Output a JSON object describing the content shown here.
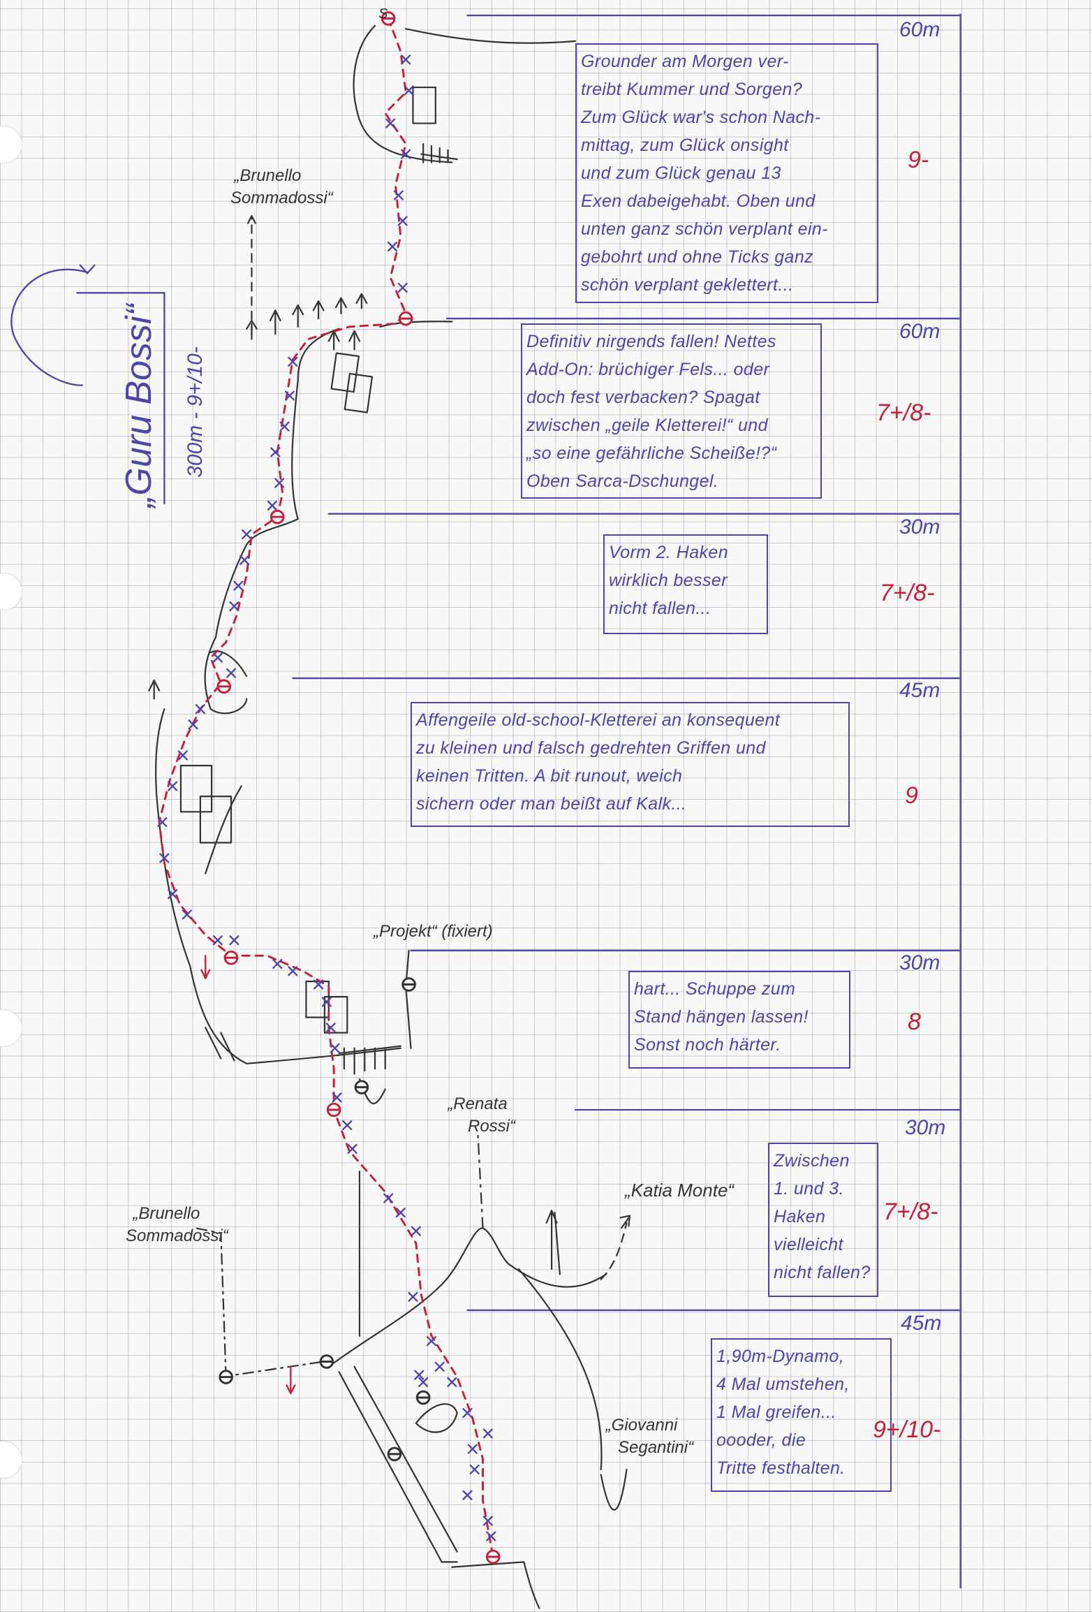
{
  "title": "„Guru Bossi“",
  "subtitle": "300m - 9+/10-",
  "top_marker": "S",
  "colors": {
    "ink_blue": "#4b46a8",
    "ink_red": "#c4203a",
    "ink_black": "#333333"
  },
  "pitches": [
    {
      "length": "60m",
      "grade": "9-",
      "note": [
        "Grounder am Morgen ver-",
        "treibt Kummer und Sorgen?",
        "Zum Glück war's schon Nach-",
        "mittag, zum Glück onsight",
        "und zum Glück genau 13",
        "Exen dabeigehabt. Oben und",
        "unten ganz schön verplant ein-",
        "gebohrt und ohne Ticks ganz",
        "schön verplant geklettert..."
      ]
    },
    {
      "length": "60m",
      "grade": "7+/8-",
      "note": [
        "Definitiv nirgends fallen! Nettes",
        "Add-On: brüchiger Fels... oder",
        "doch fest verbacken? Spagat",
        "zwischen „geile Kletterei!“ und",
        "„so eine gefährliche Scheiße!?“",
        "Oben Sarca-Dschungel."
      ]
    },
    {
      "length": "30m",
      "grade": "7+/8-",
      "note": [
        "Vorm 2. Haken",
        "wirklich besser",
        "nicht fallen..."
      ]
    },
    {
      "length": "45m",
      "grade": "9",
      "note": [
        "Affengeile old-school-Kletterei an konsequent",
        "zu kleinen und falsch gedrehten Griffen und",
        "keinen Tritten. A bit runout, weich",
        "sichern oder man beißt auf Kalk..."
      ]
    },
    {
      "length": "30m",
      "grade": "8",
      "note": [
        "hart... Schuppe zum",
        "Stand hängen lassen!",
        "Sonst noch härter."
      ]
    },
    {
      "length": "30m",
      "grade": "7+/8-",
      "note": [
        "Zwischen",
        "1. und 3.",
        "Haken",
        "vielleicht",
        "nicht fallen?"
      ]
    },
    {
      "length": "45m",
      "grade": "9+/10-",
      "note": [
        "1,90m-Dynamo,",
        "4 Mal umstehen,",
        "1 Mal greifen...",
        "oooder, die",
        "Tritte festhalten."
      ]
    }
  ],
  "route_labels": {
    "brunello_top": [
      "„Brunello",
      "Sommadossi“"
    ],
    "projekt": "„Projekt“ (fixiert)",
    "renata": [
      "„Renata",
      "Rossi“"
    ],
    "katia": "„Katia Monte“",
    "brunello_bottom": [
      "„Brunello",
      "Sommadossi“"
    ],
    "giovanni": [
      "„Giovanni",
      "Segantini“"
    ]
  }
}
